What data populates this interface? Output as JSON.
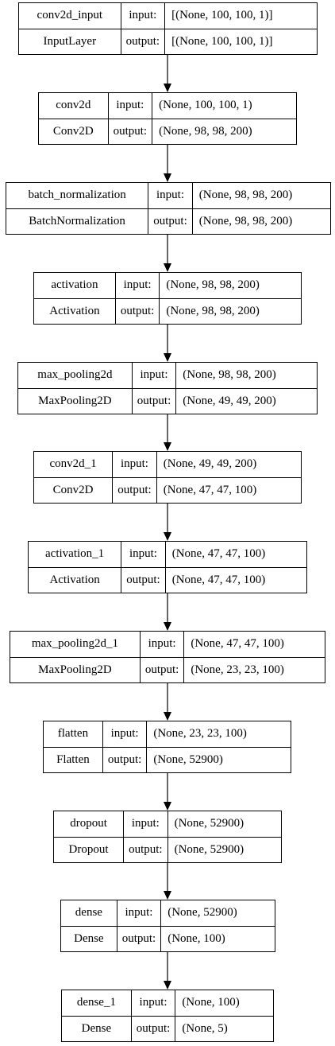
{
  "layers": [
    {
      "name": "conv2d_input",
      "type": "InputLayer",
      "input_label": "input:",
      "output_label": "output:",
      "input_shape": "[(None, 100, 100, 1)]",
      "output_shape": "[(None, 100, 100, 1)]"
    },
    {
      "name": "conv2d",
      "type": "Conv2D",
      "input_label": "input:",
      "output_label": "output:",
      "input_shape": "(None, 100, 100, 1)",
      "output_shape": "(None, 98, 98, 200)"
    },
    {
      "name": "batch_normalization",
      "type": "BatchNormalization",
      "input_label": "input:",
      "output_label": "output:",
      "input_shape": "(None, 98, 98, 200)",
      "output_shape": "(None, 98, 98, 200)"
    },
    {
      "name": "activation",
      "type": "Activation",
      "input_label": "input:",
      "output_label": "output:",
      "input_shape": "(None, 98, 98, 200)",
      "output_shape": "(None, 98, 98, 200)"
    },
    {
      "name": "max_pooling2d",
      "type": "MaxPooling2D",
      "input_label": "input:",
      "output_label": "output:",
      "input_shape": "(None, 98, 98, 200)",
      "output_shape": "(None, 49, 49, 200)"
    },
    {
      "name": "conv2d_1",
      "type": "Conv2D",
      "input_label": "input:",
      "output_label": "output:",
      "input_shape": "(None, 49, 49, 200)",
      "output_shape": "(None, 47, 47, 100)"
    },
    {
      "name": "activation_1",
      "type": "Activation",
      "input_label": "input:",
      "output_label": "output:",
      "input_shape": "(None, 47, 47, 100)",
      "output_shape": "(None, 47, 47, 100)"
    },
    {
      "name": "max_pooling2d_1",
      "type": "MaxPooling2D",
      "input_label": "input:",
      "output_label": "output:",
      "input_shape": "(None, 47, 47, 100)",
      "output_shape": "(None, 23, 23, 100)"
    },
    {
      "name": "flatten",
      "type": "Flatten",
      "input_label": "input:",
      "output_label": "output:",
      "input_shape": "(None, 23, 23, 100)",
      "output_shape": "(None, 52900)"
    },
    {
      "name": "dropout",
      "type": "Dropout",
      "input_label": "input:",
      "output_label": "output:",
      "input_shape": "(None, 52900)",
      "output_shape": "(None, 52900)"
    },
    {
      "name": "dense",
      "type": "Dense",
      "input_label": "input:",
      "output_label": "output:",
      "input_shape": "(None, 52900)",
      "output_shape": "(None, 100)"
    },
    {
      "name": "dense_1",
      "type": "Dense",
      "input_label": "input:",
      "output_label": "output:",
      "input_shape": "(None, 100)",
      "output_shape": "(None, 5)"
    }
  ]
}
